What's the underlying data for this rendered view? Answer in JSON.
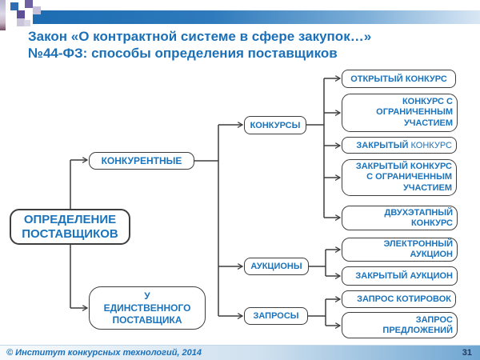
{
  "slide": {
    "title": {
      "line1": "Закон «О контрактной системе в сфере закупок…»",
      "line2": "№44-ФЗ: способы определения поставщиков"
    },
    "footer": {
      "copyright": "© Институт конкурсных технологий, 2014",
      "page_number": "31"
    }
  },
  "diagram": {
    "nodes": {
      "opredelenie": {
        "label": "ОПРЕДЕЛЕНИЕ\nПОСТАВЩИКОВ"
      },
      "konkurentnye": {
        "label": "КОНКУРЕНТНЫЕ"
      },
      "edinstvennogo": {
        "label": "У\nЕДИНСТВЕННОГО\nПОСТАВЩИКА"
      },
      "konkursy": {
        "label": "КОНКУРСЫ"
      },
      "auktsiony": {
        "label": "АУКЦИОНЫ"
      },
      "zaprosy": {
        "label": "ЗАПРОСЫ"
      },
      "otkrytyj_konkurs": {
        "label": "ОТКРЫТЫЙ КОНКУРС"
      },
      "konkurs_s_ogranichennym": {
        "label": "КОНКУРС С\nОГРАНИЧЕННЫМ\nУЧАСТИЕМ"
      },
      "zakrytyj_konkurs": {
        "label_bold": "ЗАКРЫТЫЙ",
        "label_regular": " КОНКУРС"
      },
      "zakrytyj_s_ogranichennym": {
        "label": "ЗАКРЫТЫЙ КОНКУРС\nС ОГРАНИЧЕННЫМ\nУЧАСТИЕМ"
      },
      "dvuhetapnyj_konkurs": {
        "label": "ДВУХЭТАПНЫЙ\nКОНКУРС"
      },
      "elektronnyj_auktsion": {
        "label": "ЭЛЕКТРОННЫЙ\nАУКЦИОН"
      },
      "zakrytyj_auktsion": {
        "label": "ЗАКРЫТЫЙ АУКЦИОН"
      },
      "zapros_kotirovok": {
        "label": "ЗАПРОС КОТИРОВОК"
      },
      "zapros_predlozhenij": {
        "label": "ЗАПРОС\nПРЕДЛОЖЕНИЙ"
      }
    }
  },
  "colors": {
    "title_blue": "#1b70b8",
    "node_text_blue": "#1a73bb",
    "node_border": "#3d3d3d",
    "connector": "#3d3d3d",
    "header_bar_blue": "#1d6cb2",
    "footer_page_text": "#22395f"
  }
}
